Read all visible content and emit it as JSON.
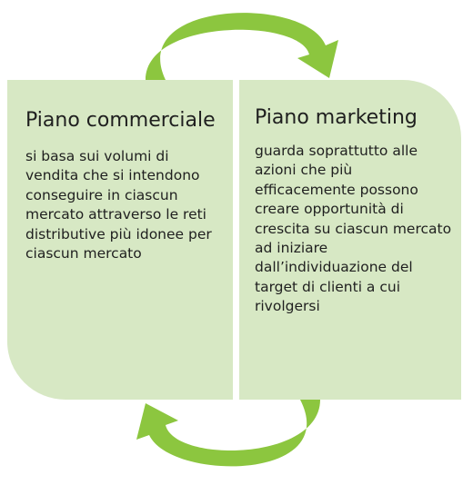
{
  "diagram": {
    "left_panel": {
      "title": "Piano commerciale",
      "text": "si basa sui volumi di vendita che si intendono conseguire in ciascun mercato attraverso le reti distributive più idonee per ciascun mercato"
    },
    "right_panel": {
      "title": "Piano marketing",
      "text": "guarda soprattutto alle azioni che più efficacemente possono creare opportunità di crescita su ciascun mercato ad iniziare dall’individuazione del target di clienti a cui rivolgersi"
    },
    "colors": {
      "panel_fill": "#d7e8c4",
      "arrow_fill": "#8cc63f",
      "text": "#1f1f1f"
    },
    "icons": {
      "top": "curved-arrow-clockwise",
      "bottom": "curved-arrow-clockwise"
    }
  }
}
